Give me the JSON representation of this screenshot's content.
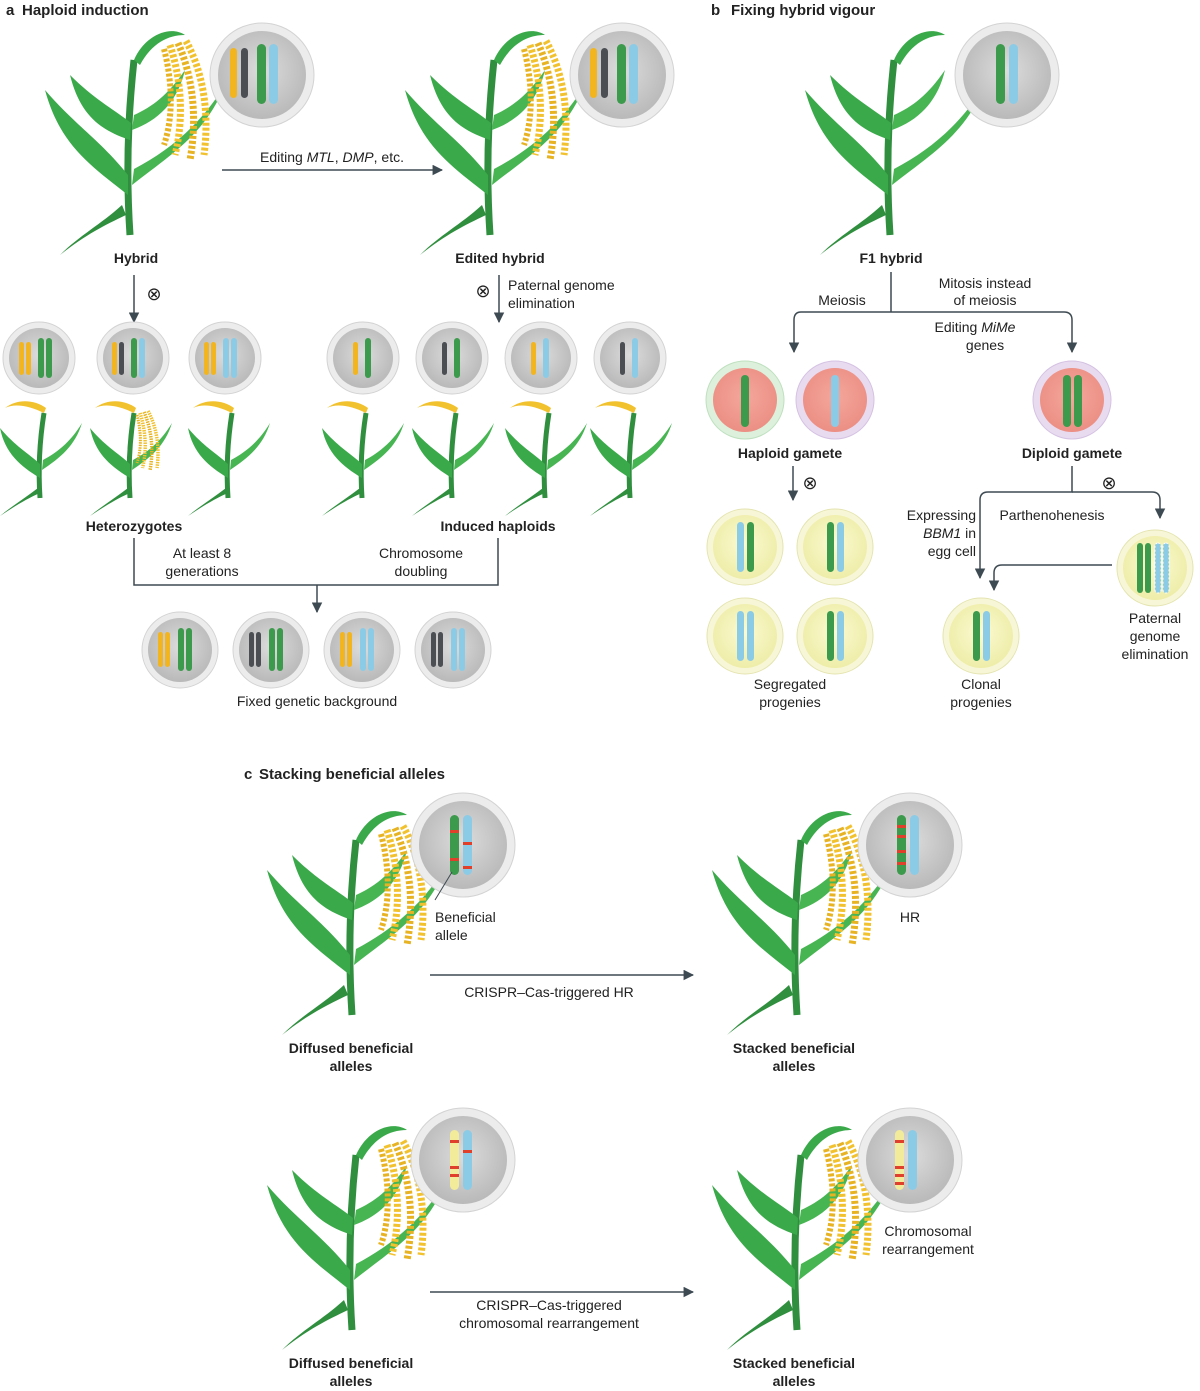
{
  "panel_a": {
    "letter": "a",
    "title": "Haploid induction",
    "hybrid": "Hybrid",
    "edited_hybrid": "Edited hybrid",
    "edit_pre": "Editing ",
    "edit_mtl": "MTL",
    "edit_sep": ", ",
    "edit_dmp": "DMP",
    "edit_post": ", etc.",
    "pge_line1": "Paternal genome",
    "pge_line2": "elimination",
    "heterozygotes": "Heterozygotes",
    "induced_haploids": "Induced haploids",
    "gen_line1": "At least 8",
    "gen_line2": "generations",
    "dbl_line1": "Chromosome",
    "dbl_line2": "doubling",
    "fixed": "Fixed genetic background",
    "cross_symbol": "⊗"
  },
  "panel_b": {
    "letter": "b",
    "title": "Fixing hybrid vigour",
    "f1": "F1 hybrid",
    "meiosis": "Meiosis",
    "mitosis_line1": "Mitosis instead",
    "mitosis_line2": "of meiosis",
    "mime_pre": "Editing ",
    "mime_gene": "MiMe",
    "mime_line2": "genes",
    "haploid_gamete": "Haploid gamete",
    "diploid_gamete": "Diploid gamete",
    "expr_line1": "Expressing",
    "expr_gene": "BBM1",
    "expr_in": " in",
    "expr_line3": "egg cell",
    "parthenogenesis": "Parthenohenesis",
    "pge_line1": "Paternal",
    "pge_line2": "genome",
    "pge_line3": "elimination",
    "segregated_line1": "Segregated",
    "segregated_line2": "progenies",
    "clonal_line1": "Clonal",
    "clonal_line2": "progenies"
  },
  "panel_c": {
    "letter": "c",
    "title": "Stacking beneficial alleles",
    "diffused_line1": "Diffused beneficial",
    "diffused_line2": "alleles",
    "stacked_line1": "Stacked beneficial",
    "stacked_line2": "alleles",
    "beneficial_line1": "Beneficial",
    "beneficial_line2": "allele",
    "hr": "HR",
    "hr_arrow": "CRISPR–Cas-triggered HR",
    "cr_arrow_line1": "CRISPR–Cas-triggered",
    "cr_arrow_line2": "chromosomal rearrangement",
    "rearr_line1": "Chromosomal",
    "rearr_line2": "rearrangement"
  },
  "colors": {
    "plant": "#3aa94a",
    "grain": "#f2c12e",
    "chrom_yellow": "#f2b51f",
    "chrom_dark": "#4b4f54",
    "chrom_green": "#3c9a4c",
    "chrom_blue": "#8ccbe6",
    "chrom_pale": "#f2ec9a",
    "allele_red": "#e0402a",
    "arrow": "#3d4a52"
  }
}
